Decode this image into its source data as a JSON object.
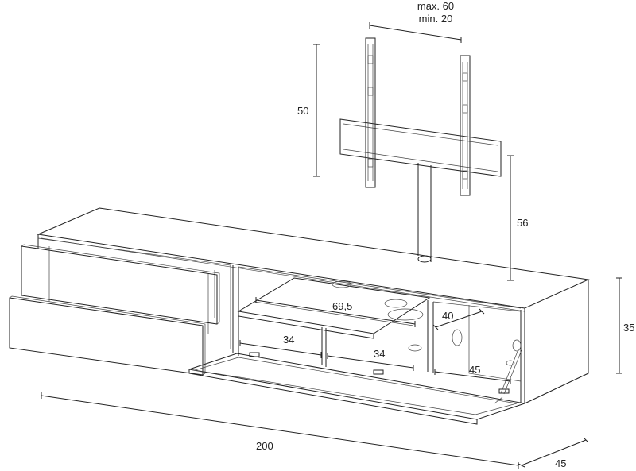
{
  "dimensions": {
    "mount_max": "max. 60",
    "mount_min": "min. 20",
    "mount_height": "50",
    "pole_height": "56",
    "cabinet_height": "35",
    "cabinet_width": "200",
    "cabinet_depth": "45",
    "shelf_width": "69,5",
    "shelf_depth": "40",
    "compartment_left": "34",
    "compartment_right": "34",
    "compartment_side": "45"
  }
}
